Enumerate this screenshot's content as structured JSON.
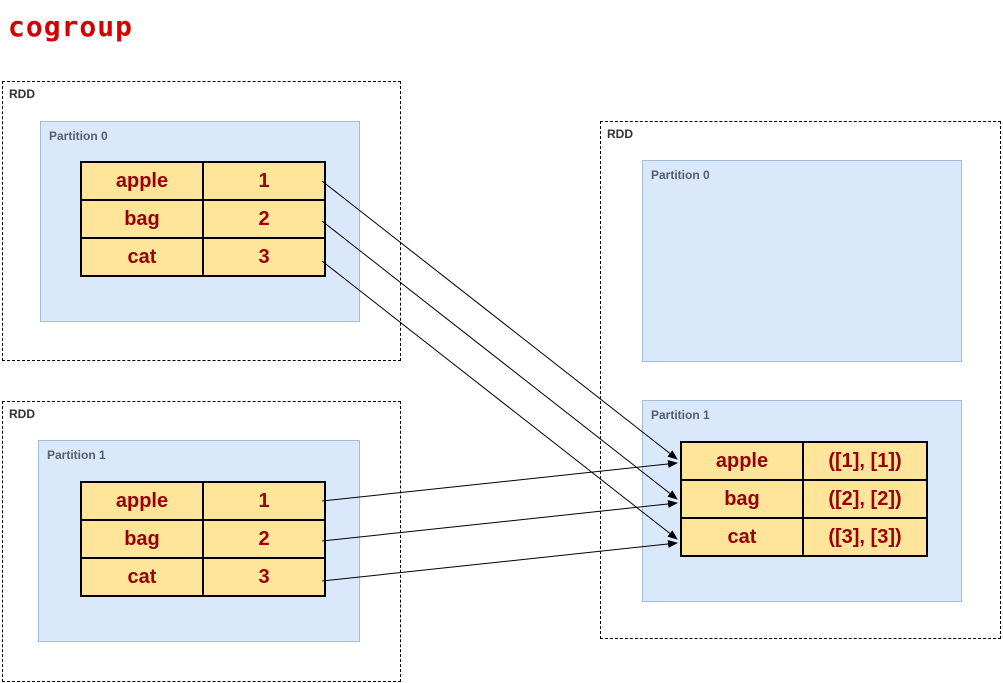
{
  "title": "cogroup",
  "colors": {
    "title_red": "#d40000",
    "cell_text_red": "#990000",
    "cell_bg_yellow": "#ffe599",
    "partition_bg_blue": "#dae8fc",
    "partition_border_blue": "#a3bedd",
    "rdd_border": "#000000",
    "arrow": "#000000"
  },
  "left_top": {
    "rdd_label": "RDD",
    "partition_label": "Partition 0",
    "rows": [
      {
        "key": "apple",
        "value": "1"
      },
      {
        "key": "bag",
        "value": "2"
      },
      {
        "key": "cat",
        "value": "3"
      }
    ]
  },
  "left_bottom": {
    "rdd_label": "RDD",
    "partition_label": "Partition 1",
    "rows": [
      {
        "key": "apple",
        "value": "1"
      },
      {
        "key": "bag",
        "value": "2"
      },
      {
        "key": "cat",
        "value": "3"
      }
    ]
  },
  "right": {
    "rdd_label": "RDD",
    "partitions": [
      {
        "label": "Partition 0"
      },
      {
        "label": "Partition 1",
        "rows": [
          {
            "key": "apple",
            "value": "([1], [1])"
          },
          {
            "key": "bag",
            "value": "([2], [2])"
          },
          {
            "key": "cat",
            "value": "([3], [3])"
          }
        ]
      }
    ]
  }
}
